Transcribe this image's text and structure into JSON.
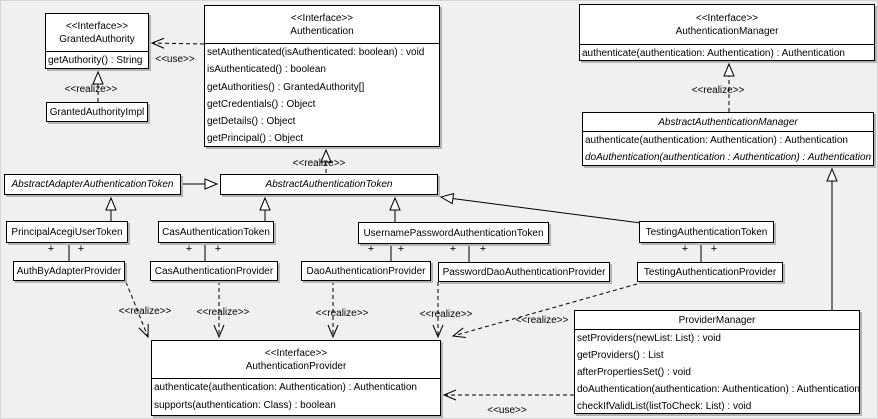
{
  "labels": {
    "interface_stereotype": "<<Interface>>",
    "use": "<<use>>",
    "realize": "<<realize>>",
    "plus": "+"
  },
  "classes": {
    "granted_authority": {
      "stereotype": "<<Interface>>",
      "name": "GrantedAuthority",
      "methods": [
        "getAuthority() : String"
      ]
    },
    "granted_authority_impl": {
      "name": "GrantedAuthorityImpl"
    },
    "authentication": {
      "stereotype": "<<Interface>>",
      "name": "Authentication",
      "methods": [
        "setAuthenticated(isAuthenticated: boolean) : void",
        "isAuthenticated() : boolean",
        "getAuthorities() : GrantedAuthority[]",
        "getCredentials() : Object",
        "getDetails() : Object",
        "getPrincipal() : Object"
      ]
    },
    "authentication_manager": {
      "stereotype": "<<Interface>>",
      "name": "AuthenticationManager",
      "methods": [
        "authenticate(authentication: Authentication) : Authentication"
      ]
    },
    "abstract_authentication_manager": {
      "name": "AbstractAuthenticationManager",
      "methods": [
        "authenticate(authentication: Authentication) : Authentication",
        "doAuthentication(authentication : Authentication) : Authentication"
      ]
    },
    "abstract_adapter_authentication_token": {
      "name": "AbstractAdapterAuthenticationToken"
    },
    "abstract_authentication_token": {
      "name": "AbstractAuthenticationToken"
    },
    "principal_acegi_user_token": {
      "name": "PrincipalAcegiUserToken"
    },
    "cas_authentication_token": {
      "name": "CasAuthenticationToken"
    },
    "username_password_authentication_token": {
      "name": "UsernamePasswordAuthenticationToken"
    },
    "testing_authentication_token": {
      "name": "TestingAuthenticationToken"
    },
    "auth_by_adapter_provider": {
      "name": "AuthByAdapterProvider"
    },
    "cas_authentication_provider": {
      "name": "CasAuthenticationProvider"
    },
    "dao_authentication_provider": {
      "name": "DaoAuthenticationProvider"
    },
    "password_dao_authentication_provider": {
      "name": "PasswordDaoAuthenticationProvider"
    },
    "testing_authentication_provider": {
      "name": "TestingAuthenticationProvider"
    },
    "authentication_provider": {
      "stereotype": "<<Interface>>",
      "name": "AuthenticationProvider",
      "methods": [
        "authenticate(authentication: Authentication) : Authentication",
        "supports(authentication: Class) : boolean"
      ]
    },
    "provider_manager": {
      "name": "ProviderManager",
      "methods": [
        "setProviders(newList: List) : void",
        "getProviders() : List",
        "afterPropertiesSet() : void",
        "doAuthentication(authentication: Authentication) : Authentication",
        "checkIfValidList(listToCheck: List) : void"
      ]
    }
  },
  "colors": {
    "background": "#f0f0f0",
    "node_fill": "#ffffff",
    "node_border": "#000000",
    "text": "#000000"
  }
}
